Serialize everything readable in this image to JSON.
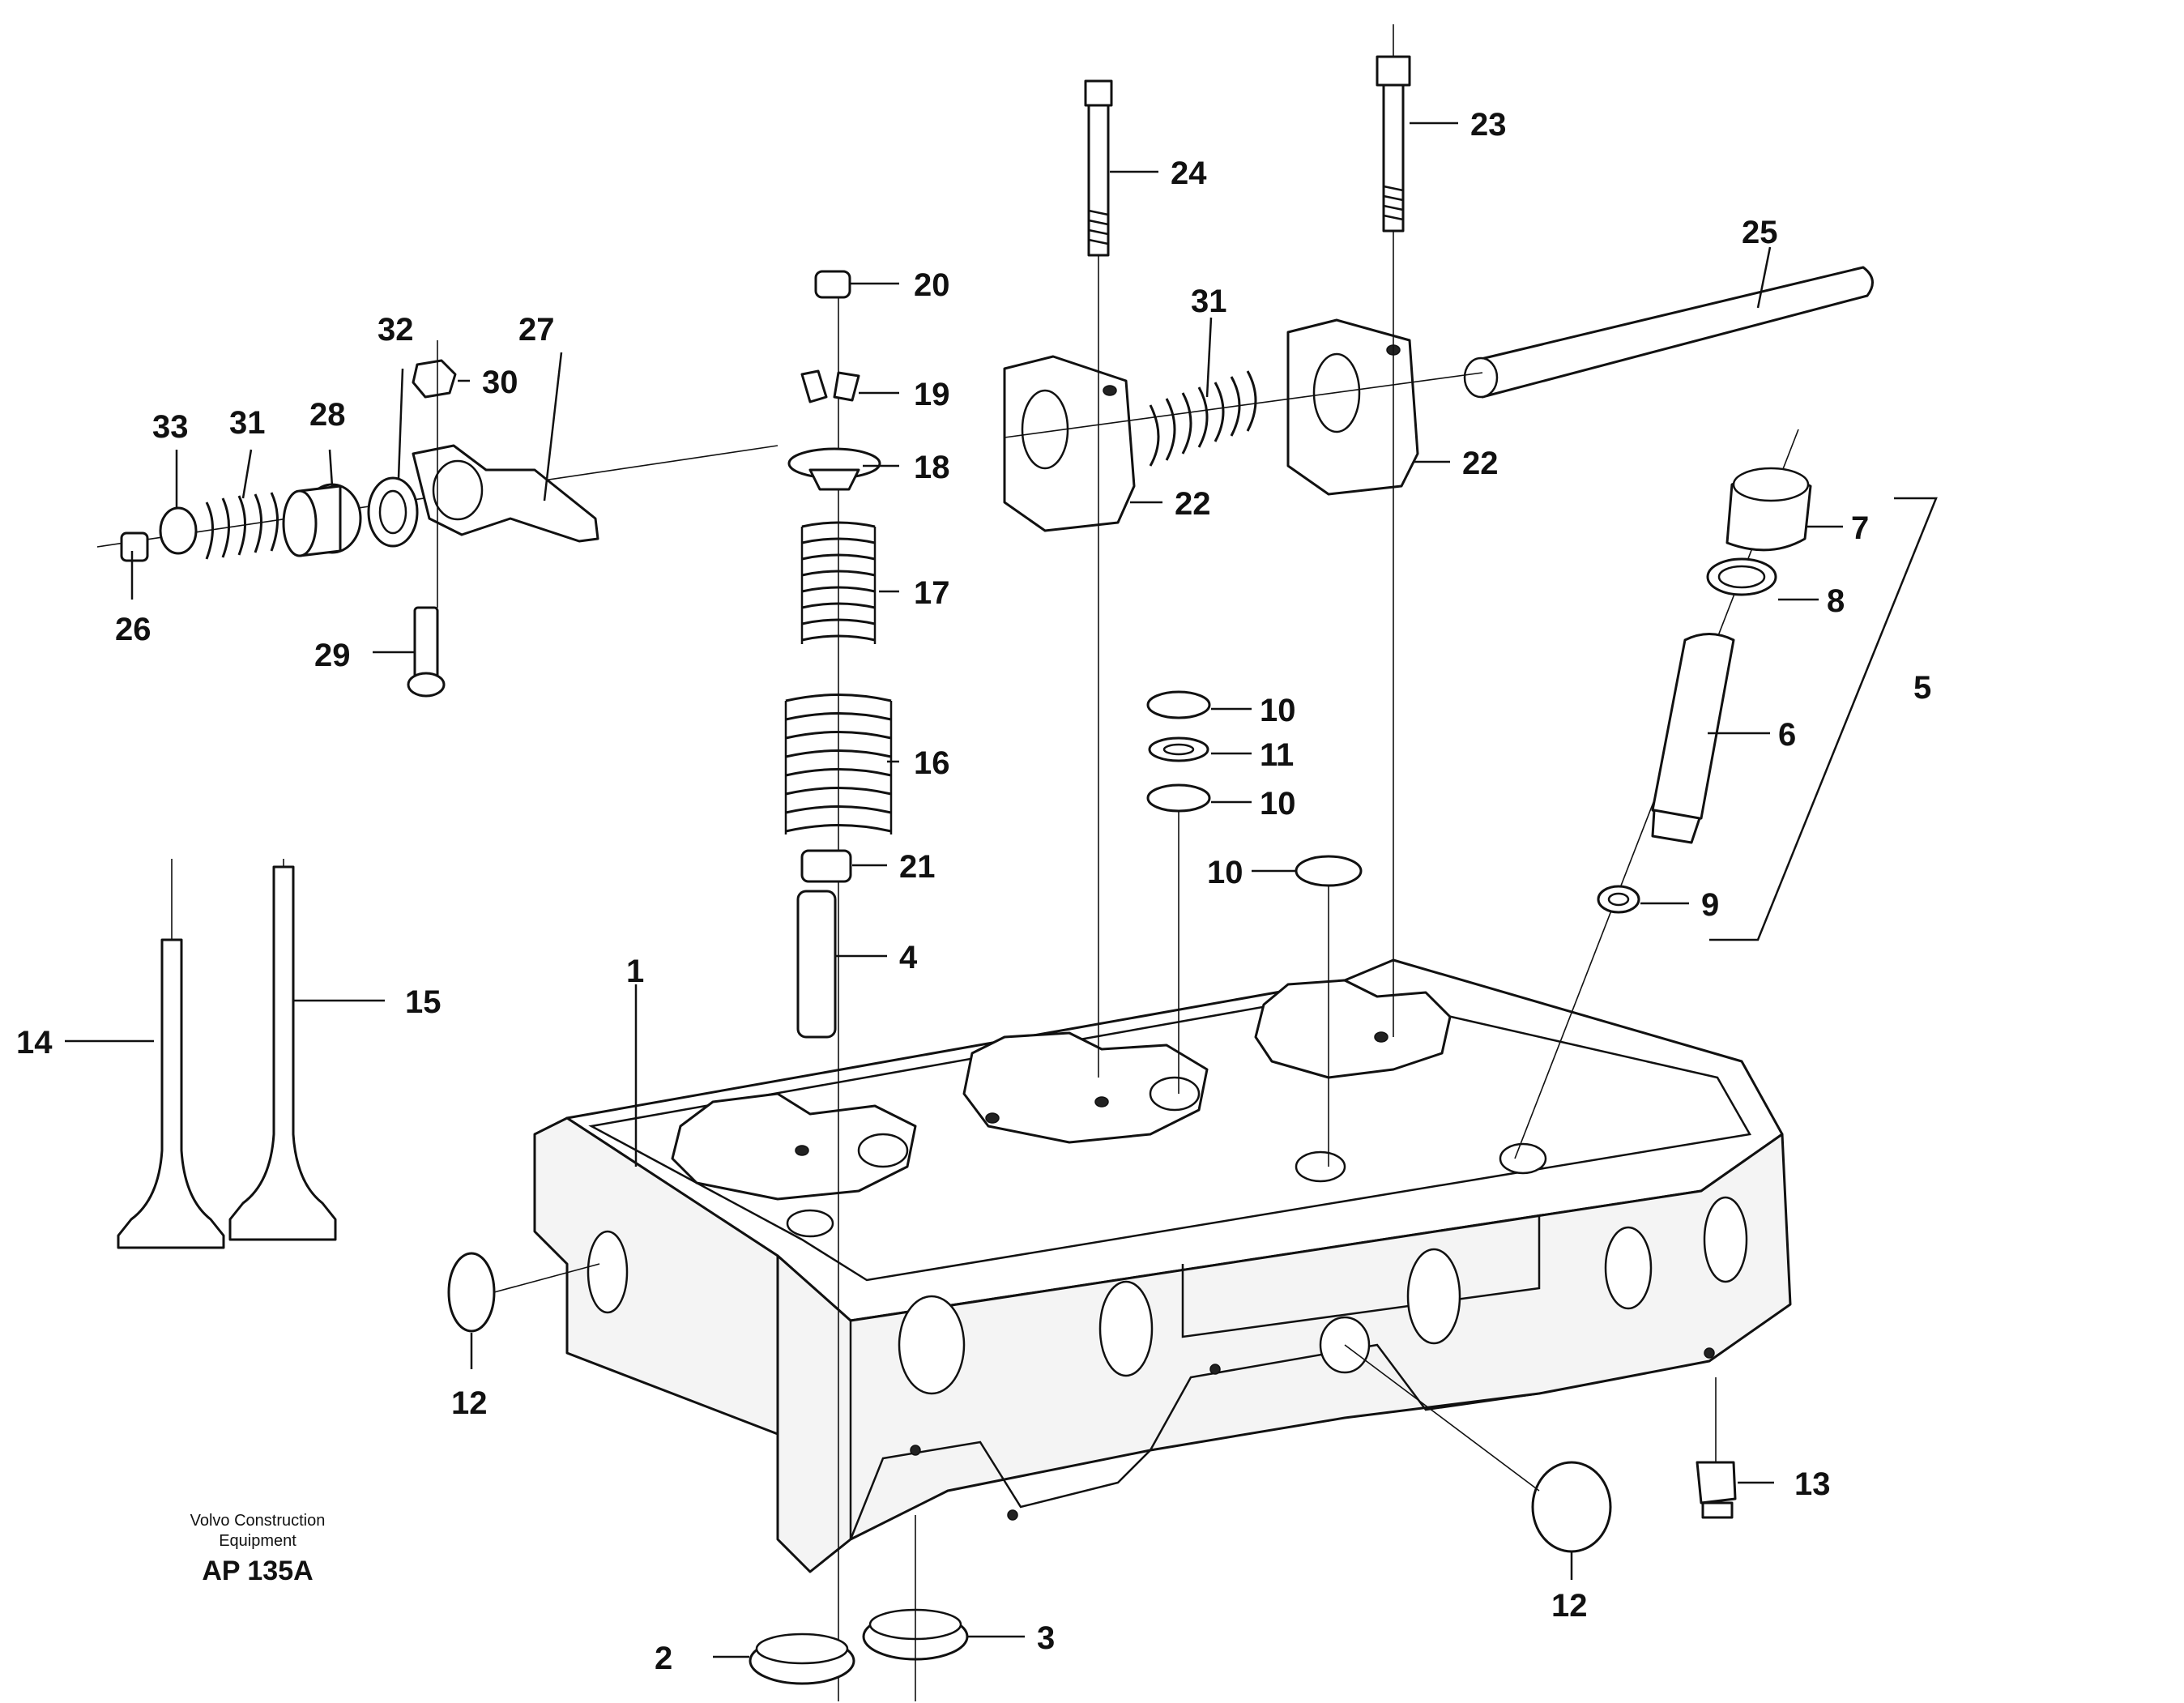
{
  "diagram": {
    "callouts": {
      "c1": "1",
      "c2": "2",
      "c3": "3",
      "c4": "4",
      "c5": "5",
      "c6": "6",
      "c7": "7",
      "c8": "8",
      "c9": "9",
      "c10a": "10",
      "c10b": "10",
      "c10c": "10",
      "c11": "11",
      "c12a": "12",
      "c12b": "12",
      "c13": "13",
      "c14": "14",
      "c15": "15",
      "c16": "16",
      "c17": "17",
      "c18": "18",
      "c19": "19",
      "c20": "20",
      "c21": "21",
      "c22a": "22",
      "c22b": "22",
      "c23": "23",
      "c24": "24",
      "c25": "25",
      "c26": "26",
      "c27": "27",
      "c28": "28",
      "c29": "29",
      "c30": "30",
      "c31a": "31",
      "c31b": "31",
      "c32": "32",
      "c33": "33"
    },
    "footer": {
      "company_line1": "Volvo Construction",
      "company_line2": "Equipment",
      "code": "AP 135A"
    }
  }
}
